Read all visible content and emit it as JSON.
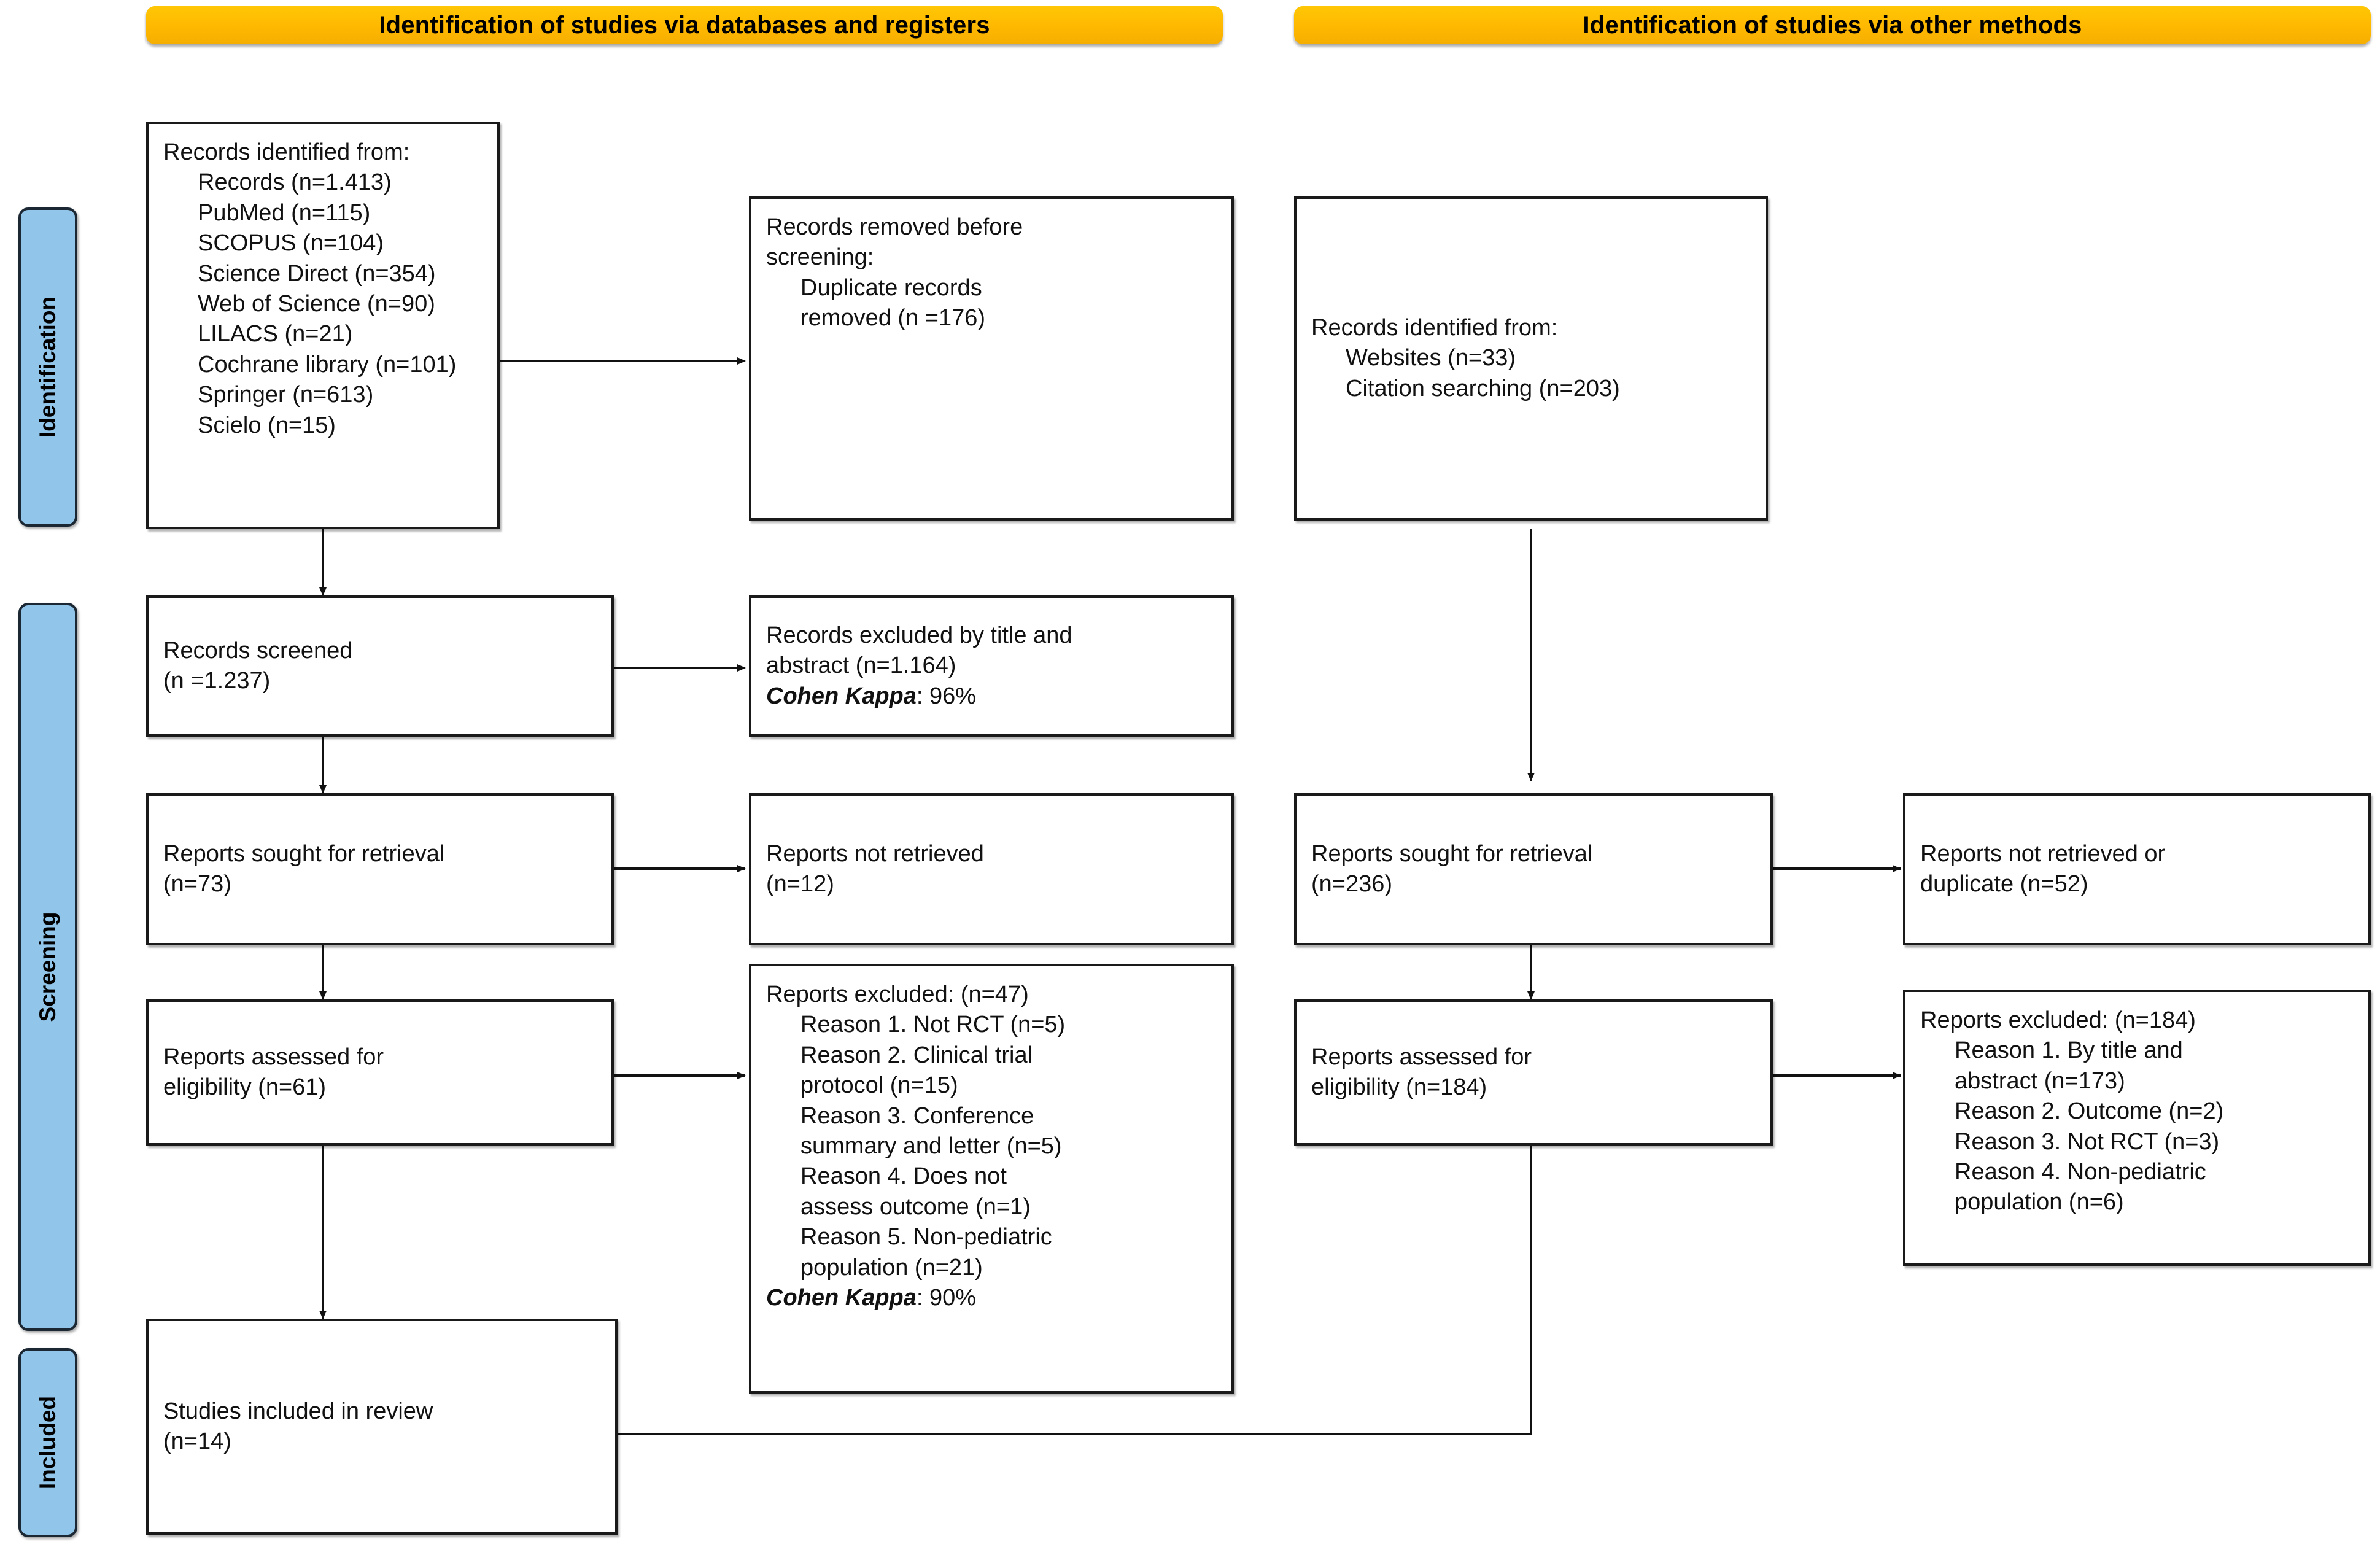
{
  "colors": {
    "header_orange": "#ffb800",
    "stage_blue": "#92c5ea",
    "box_border": "#1a1a1a",
    "text": "#111111"
  },
  "headers": {
    "left": "Identification of studies via databases and registers",
    "right": "Identification of studies via other methods"
  },
  "stages": {
    "identification": "Identification",
    "screening": "Screening",
    "included": "Included"
  },
  "left_column": {
    "identified": {
      "title": "Records identified from:",
      "sources": [
        "Records (n=1.413)",
        "PubMed (n=115)",
        "SCOPUS (n=104)",
        "Science Direct (n=354)",
        "Web of Science (n=90)",
        "LILACS (n=21)",
        "Cochrane library (n=101)",
        "Springer (n=613)",
        "Scielo (n=15)"
      ]
    },
    "removed": {
      "title": "Records removed before\nscreening:",
      "items": [
        "Duplicate records\nremoved (n =176)"
      ]
    },
    "screened": {
      "line1": "Records screened",
      "line2": "(n =1.237)"
    },
    "excluded_title_abstract": {
      "line1": "Records excluded by title and",
      "line2": "abstract (n=1.164)",
      "kappa_label": "Cohen Kappa",
      "kappa_value": ": 96%"
    },
    "sought": {
      "line1": "Reports sought for retrieval",
      "line2": "(n=73)"
    },
    "not_retrieved": {
      "line1": "Reports not retrieved",
      "line2": "(n=12)"
    },
    "assessed": {
      "line1": "Reports assessed for",
      "line2": "eligibility (n=61)"
    },
    "reports_excluded": {
      "title": "Reports excluded: (n=47)",
      "reasons": [
        "Reason 1. Not RCT (n=5)",
        "Reason 2. Clinical trial\nprotocol (n=15)",
        "Reason 3. Conference\nsummary and letter (n=5)",
        "Reason 4. Does not\nassess outcome (n=1)",
        "Reason 5. Non-pediatric\npopulation (n=21)"
      ],
      "kappa_label": "Cohen Kappa",
      "kappa_value": ": 90%"
    },
    "included": {
      "line1": "Studies included in review",
      "line2": "(n=14)"
    }
  },
  "right_column": {
    "identified": {
      "title": "Records identified from:",
      "sources": [
        "Websites (n=33)",
        "Citation searching (n=203)"
      ]
    },
    "sought": {
      "line1": "Reports sought for retrieval",
      "line2": "(n=236)"
    },
    "not_retrieved": {
      "line1": "Reports not retrieved or",
      "line2": "duplicate (n=52)"
    },
    "assessed": {
      "line1": "Reports assessed for",
      "line2": "eligibility (n=184)"
    },
    "reports_excluded": {
      "title": "Reports excluded: (n=184)",
      "reasons": [
        "Reason 1. By title and\nabstract (n=173)",
        "Reason 2. Outcome (n=2)",
        "Reason 3. Not RCT (n=3)",
        "Reason 4. Non-pediatric\npopulation (n=6)"
      ]
    }
  }
}
